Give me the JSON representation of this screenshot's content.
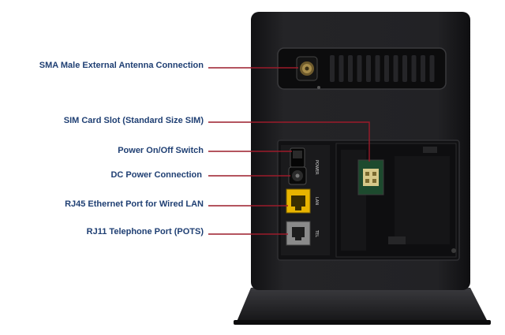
{
  "labels": {
    "sma_antenna": "SMA Male External Antenna Connection",
    "sim_slot": "SIM Card Slot (Standard Size SIM)",
    "power_switch": "Power On/Off Switch",
    "dc_power": "DC Power Connection",
    "rj45": "RJ45 Ethernet Port for Wired LAN",
    "rj11": "RJ11 Telephone Port (POTS)"
  },
  "port_markings": {
    "power": "POWER",
    "lan": "LAN",
    "tel": "TEL"
  },
  "colors": {
    "label_text": "#1f3f73",
    "leader_line": "#9b1b2a",
    "device_body": "#1c1c1e",
    "ethernet_port": "#e8b400"
  }
}
